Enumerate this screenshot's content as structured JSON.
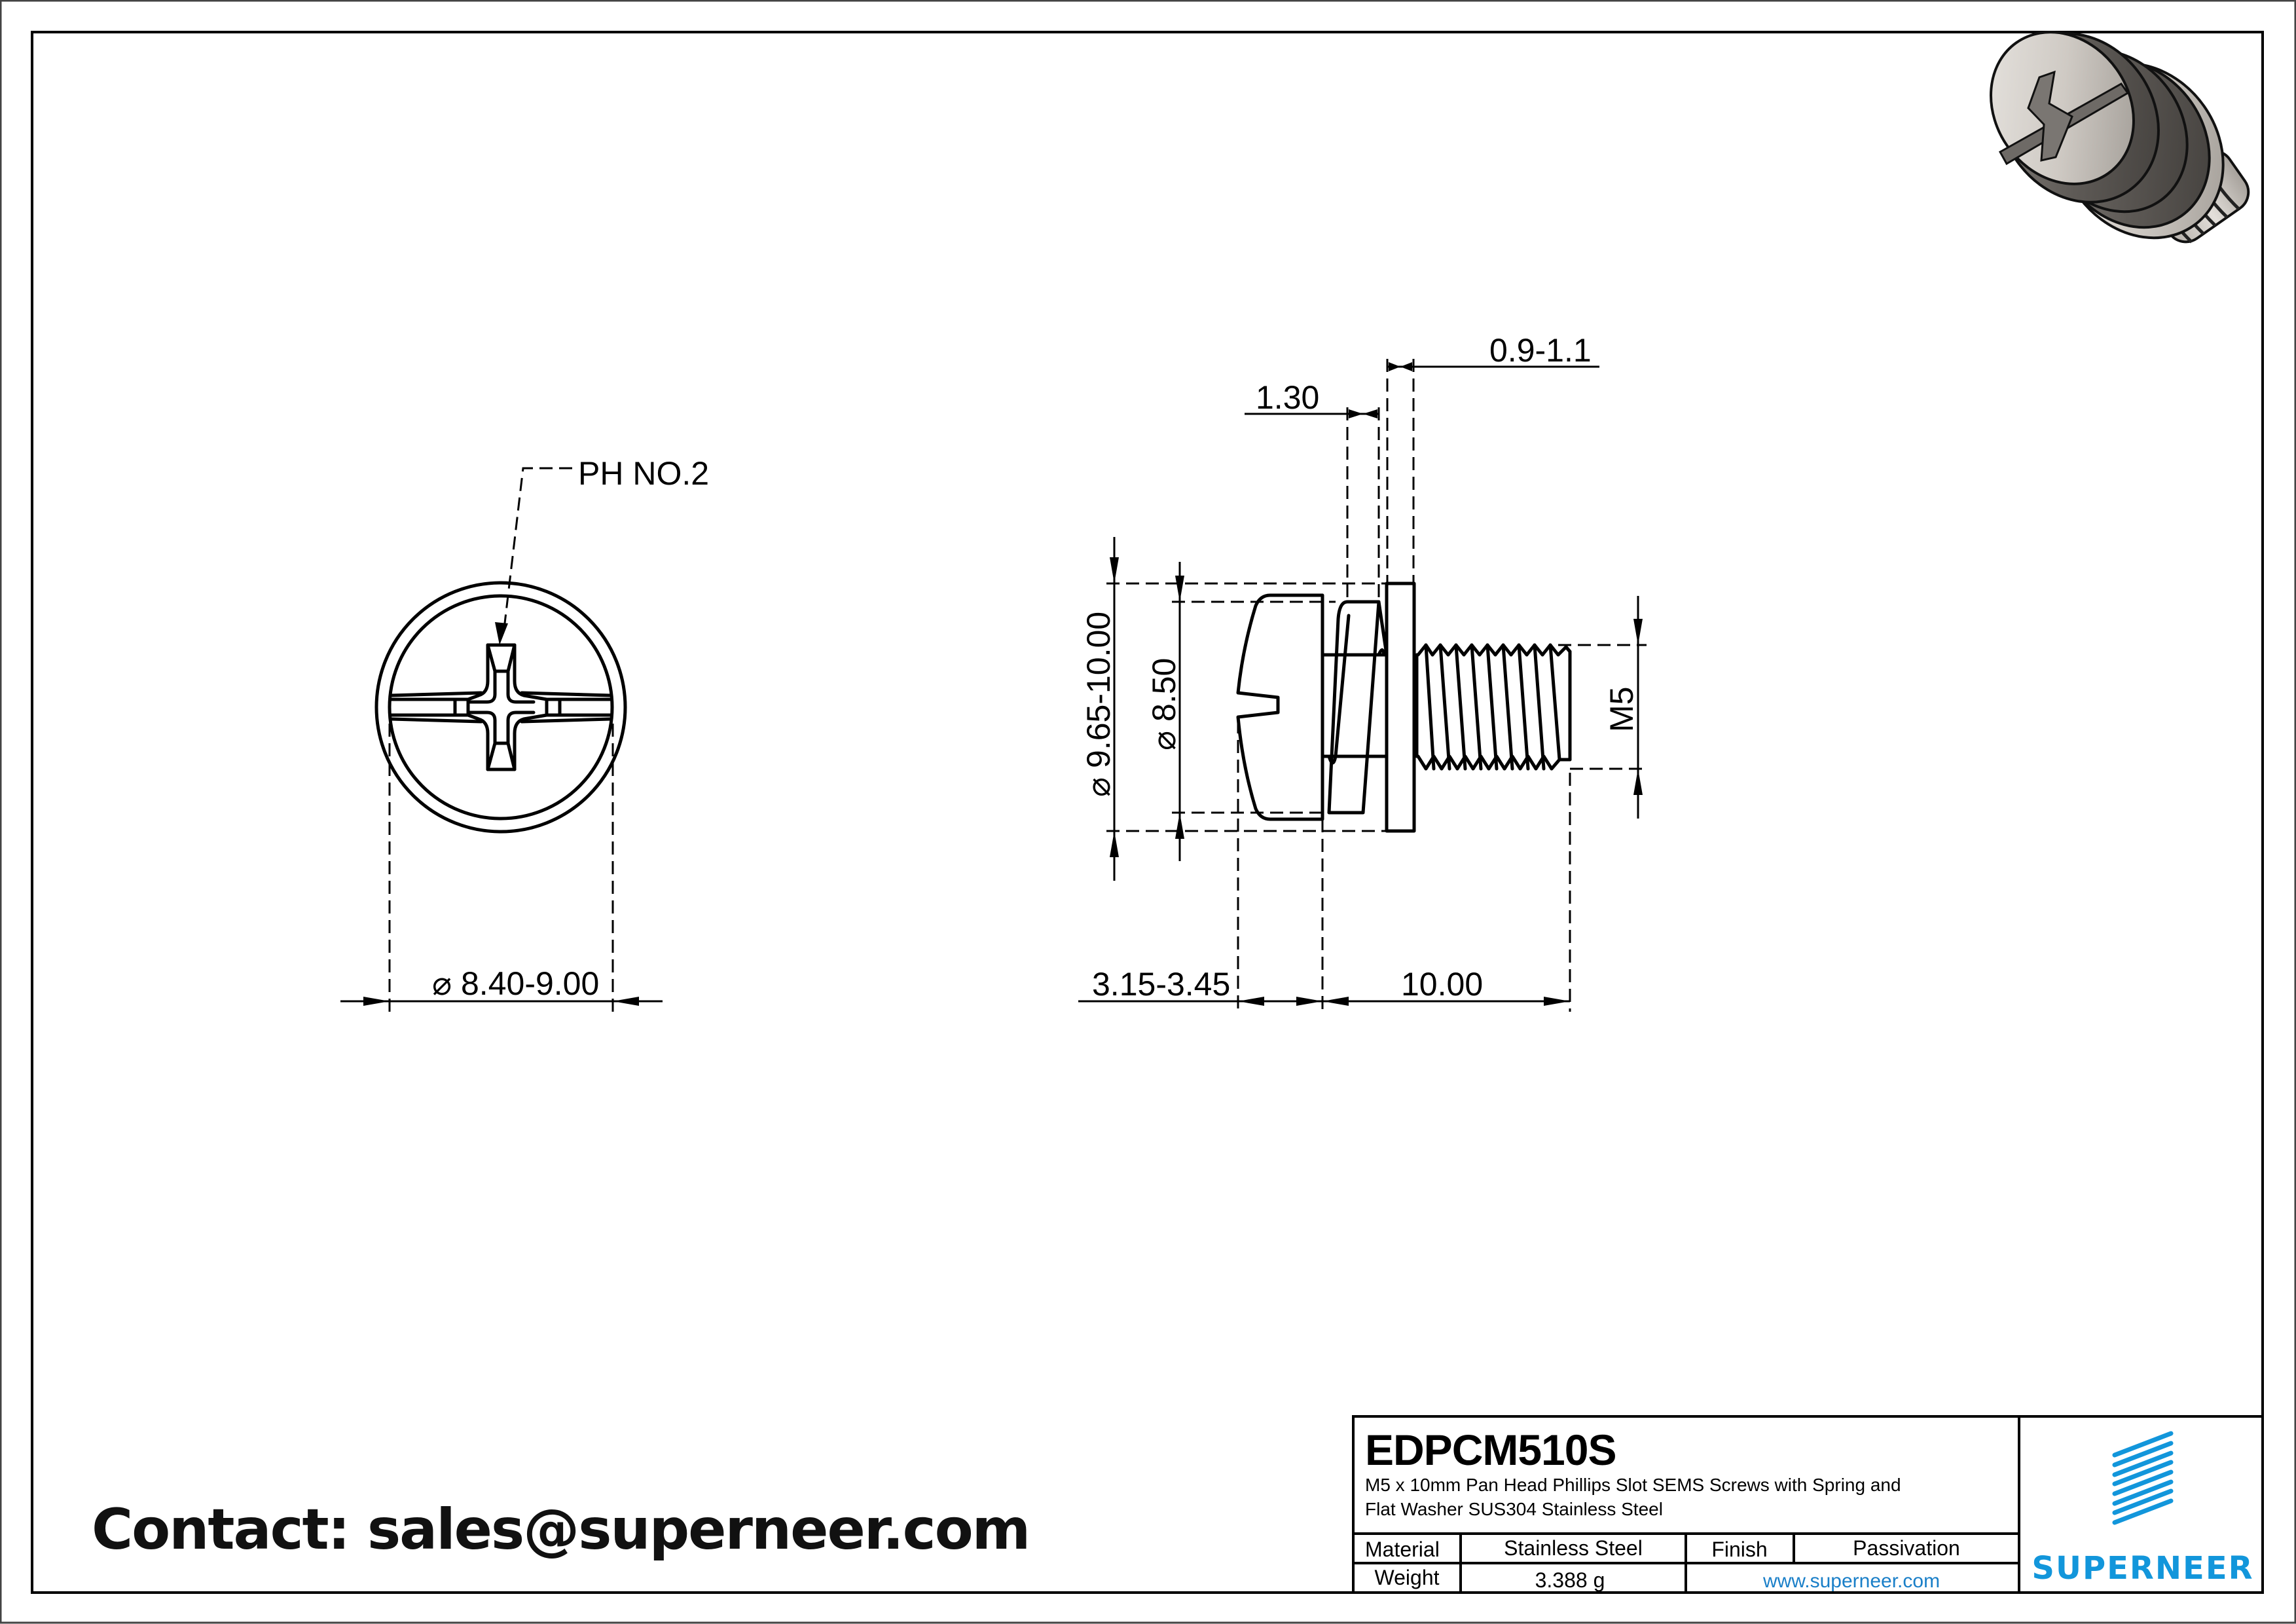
{
  "drawing": {
    "type": "technical-drawing",
    "views": {
      "front_view": {
        "callout_label": "PH NO.2",
        "diameter_label": "8.40-9.00",
        "diameter_symbol": "⌀"
      },
      "side_view": {
        "head_washer_diameter_label": "9.65-10.00",
        "head_diameter_label": "8.50",
        "diameter_symbol": "⌀",
        "thread_label": "M5",
        "flat_washer_thickness_label": "0.9-1.1",
        "spring_washer_thickness_label": "1.30",
        "head_height_label": "3.15-3.45",
        "length_label": "10.00"
      },
      "isometric_view": {
        "description": "3D render of pan head phillips slot screw with spring and flat washer"
      }
    }
  },
  "contact": {
    "text": "Contact: sales@superneer.com"
  },
  "title_block": {
    "part_number": "EDPCM510S",
    "description_line1": "M5 x 10mm Pan Head Phillips Slot SEMS Screws with Spring and",
    "description_line2": "Flat Washer SUS304 Stainless Steel",
    "rows": [
      {
        "label": "Material",
        "value": "Stainless Steel",
        "label2": "Finish",
        "value2": "Passivation"
      },
      {
        "label": "Weight",
        "value": "3.388 g",
        "link": "www.superneer.com"
      }
    ],
    "logo": {
      "icon": "superneer-stripes-logo-icon",
      "brand": "SUPERNEER",
      "color": "#1296db"
    }
  },
  "colors": {
    "line": "#000000",
    "link": "#1a7fc8",
    "brand": "#1296db",
    "background": "#ffffff"
  }
}
